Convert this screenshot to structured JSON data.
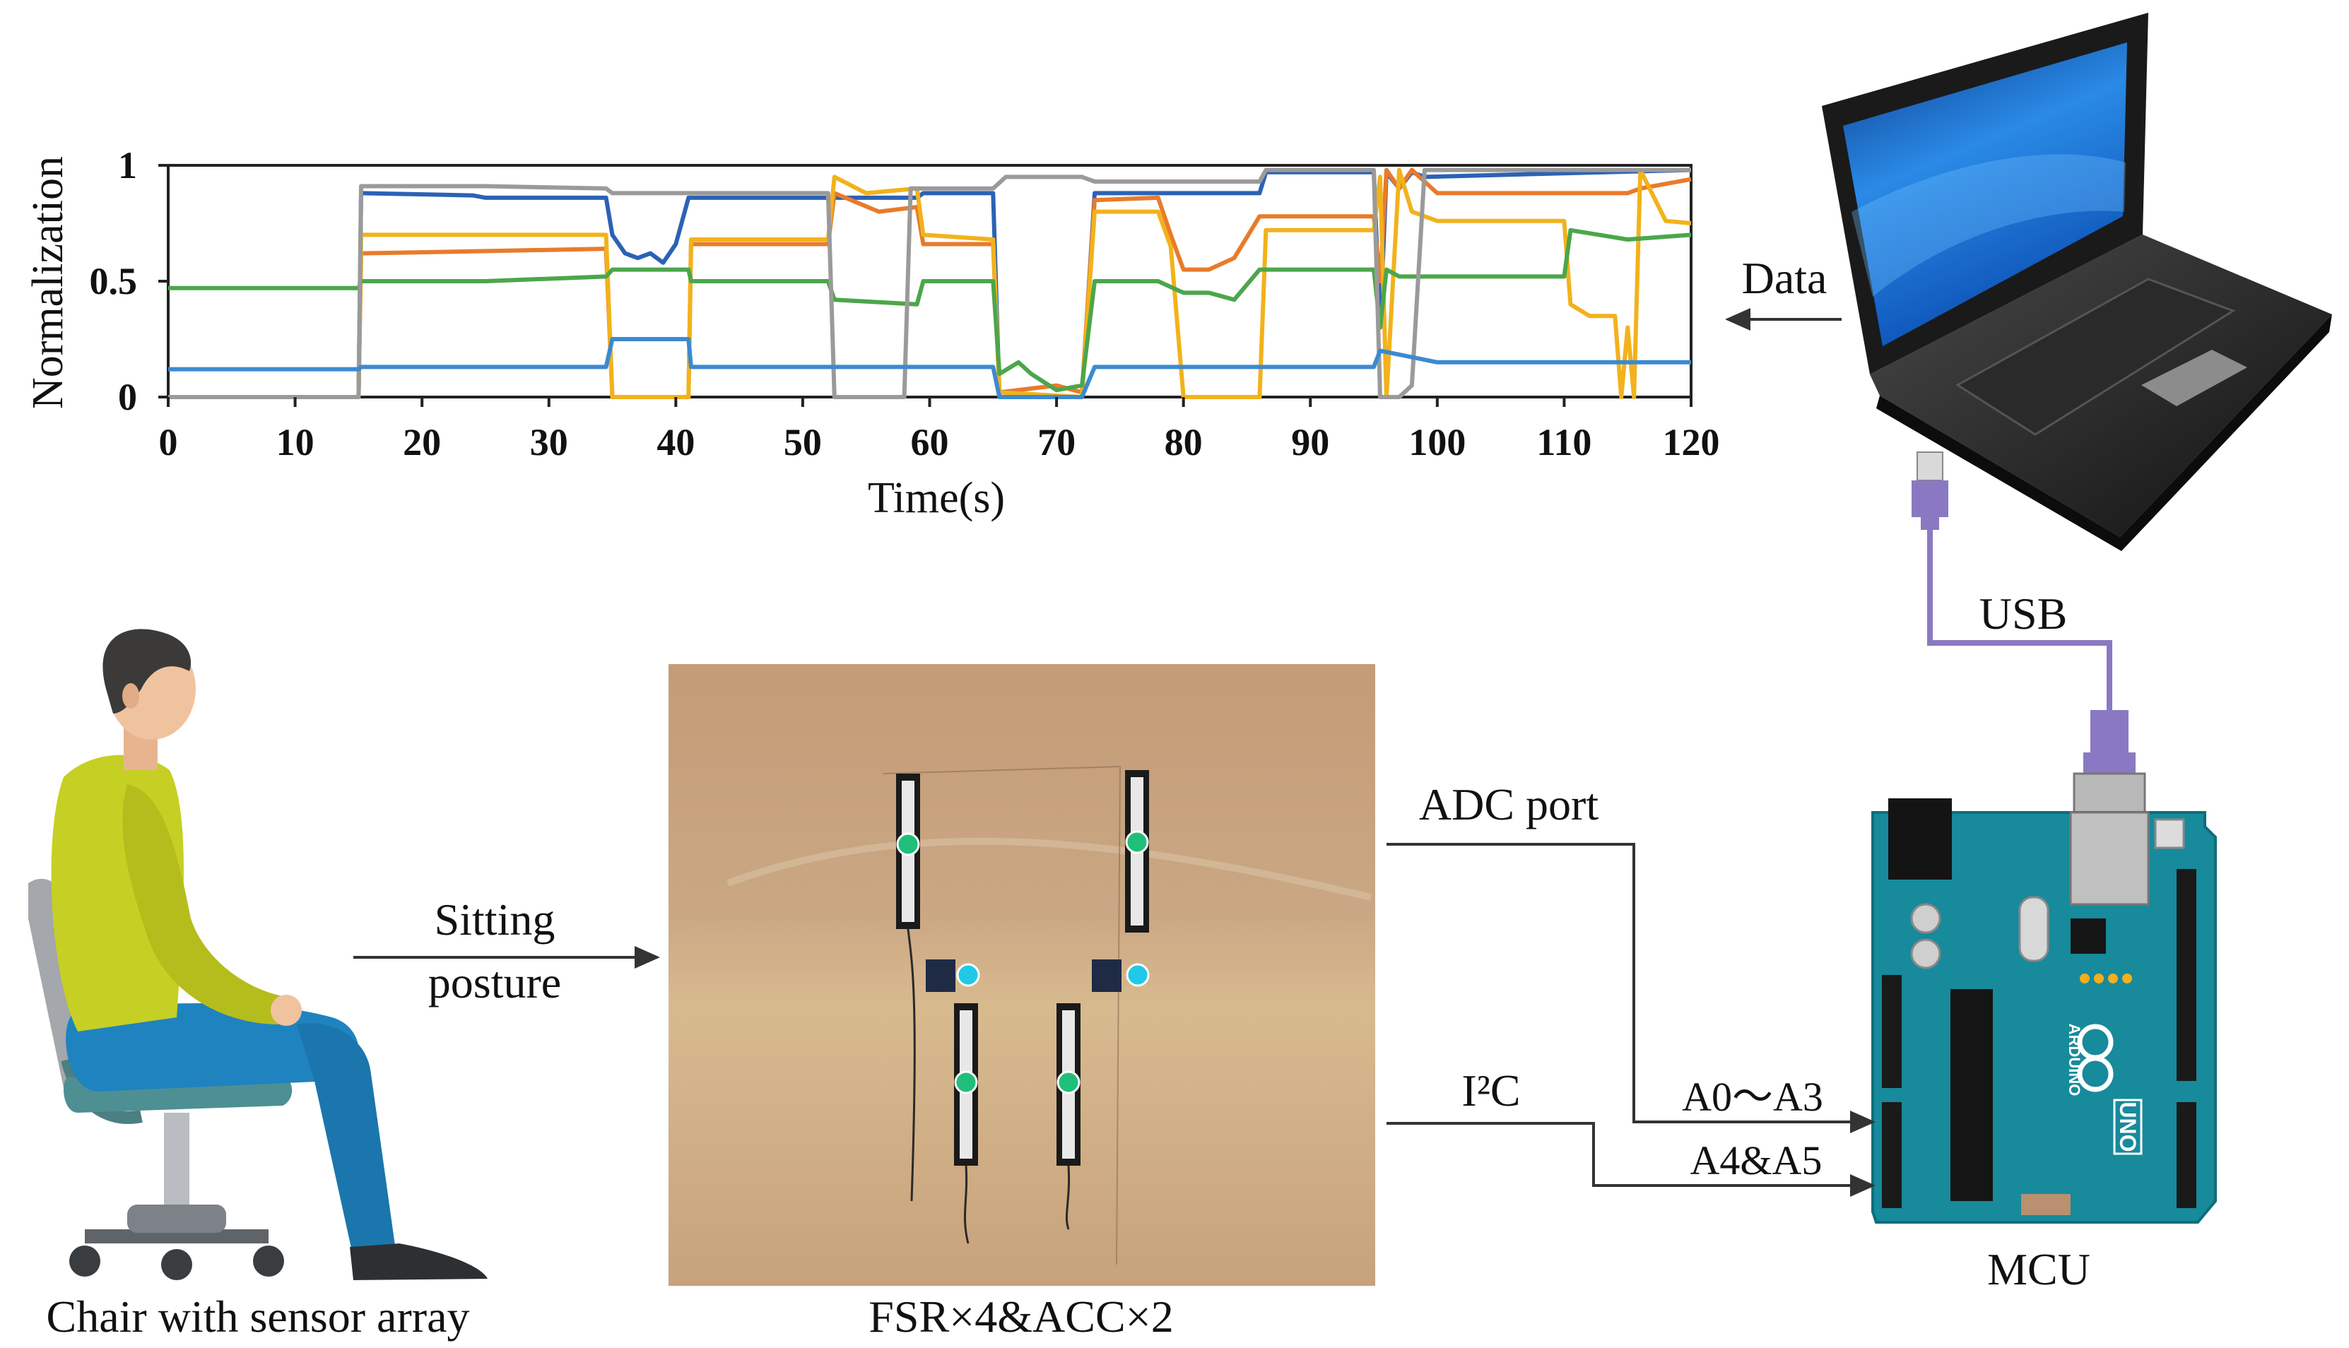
{
  "chart_data": {
    "type": "line",
    "ylabel": "Normalization",
    "xlabel": "Time(s)",
    "xlim": [
      0,
      120
    ],
    "ylim": [
      0,
      1
    ],
    "x_ticks": [
      "0",
      "10",
      "20",
      "30",
      "40",
      "50",
      "60",
      "70",
      "80",
      "90",
      "100",
      "110",
      "120"
    ],
    "y_ticks": [
      "0",
      "0.5",
      "1"
    ],
    "grid": false,
    "series": [
      {
        "color": "#2b62b5",
        "values": [
          [
            0,
            0
          ],
          [
            15,
            0
          ],
          [
            15.2,
            0.88
          ],
          [
            24,
            0.87
          ],
          [
            25,
            0.86
          ],
          [
            34.5,
            0.86
          ],
          [
            35,
            0.7
          ],
          [
            36,
            0.62
          ],
          [
            37,
            0.6
          ],
          [
            38,
            0.62
          ],
          [
            39,
            0.58
          ],
          [
            40,
            0.66
          ],
          [
            41,
            0.86
          ],
          [
            59,
            0.86
          ],
          [
            59.5,
            0.88
          ],
          [
            65,
            0.88
          ],
          [
            65.5,
            0
          ],
          [
            72,
            0
          ],
          [
            73,
            0.88
          ],
          [
            86,
            0.88
          ],
          [
            86.5,
            0.97
          ],
          [
            95,
            0.97
          ],
          [
            95.5,
            0.3
          ],
          [
            96,
            0.97
          ],
          [
            97,
            0.9
          ],
          [
            98,
            0.97
          ],
          [
            99,
            0.95
          ],
          [
            120,
            0.98
          ]
        ]
      },
      {
        "color": "#e87b2c",
        "values": [
          [
            0,
            0
          ],
          [
            15,
            0
          ],
          [
            15.2,
            0.62
          ],
          [
            25,
            0.63
          ],
          [
            34.5,
            0.64
          ],
          [
            35,
            0
          ],
          [
            41,
            0
          ],
          [
            41.2,
            0.66
          ],
          [
            52,
            0.66
          ],
          [
            52.5,
            0.88
          ],
          [
            56,
            0.8
          ],
          [
            59,
            0.82
          ],
          [
            59.5,
            0.66
          ],
          [
            65,
            0.66
          ],
          [
            65.5,
            0.02
          ],
          [
            70,
            0.05
          ],
          [
            72,
            0.02
          ],
          [
            73,
            0.85
          ],
          [
            78,
            0.86
          ],
          [
            79,
            0.7
          ],
          [
            80,
            0.55
          ],
          [
            82,
            0.55
          ],
          [
            84,
            0.6
          ],
          [
            86,
            0.78
          ],
          [
            95,
            0.78
          ],
          [
            95.5,
            0.5
          ],
          [
            96,
            0.98
          ],
          [
            97,
            0.9
          ],
          [
            98,
            0.98
          ],
          [
            100,
            0.88
          ],
          [
            110,
            0.88
          ],
          [
            115,
            0.88
          ],
          [
            116,
            0.9
          ],
          [
            120,
            0.94
          ]
        ]
      },
      {
        "color": "#f2b21b",
        "values": [
          [
            0,
            0
          ],
          [
            15,
            0
          ],
          [
            15.2,
            0.7
          ],
          [
            25,
            0.7
          ],
          [
            34.5,
            0.7
          ],
          [
            35,
            0
          ],
          [
            41,
            0
          ],
          [
            41.2,
            0.68
          ],
          [
            52,
            0.68
          ],
          [
            52.5,
            0.95
          ],
          [
            55,
            0.88
          ],
          [
            59,
            0.9
          ],
          [
            59.5,
            0.7
          ],
          [
            65,
            0.68
          ],
          [
            65.5,
            0.02
          ],
          [
            72,
            0
          ],
          [
            73,
            0.8
          ],
          [
            78,
            0.8
          ],
          [
            79,
            0.65
          ],
          [
            80,
            0
          ],
          [
            86,
            0
          ],
          [
            86.5,
            0.72
          ],
          [
            95,
            0.72
          ],
          [
            95.5,
            0.95
          ],
          [
            96,
            0
          ],
          [
            97,
            0.98
          ],
          [
            98,
            0.8
          ],
          [
            100,
            0.76
          ],
          [
            110,
            0.76
          ],
          [
            110.5,
            0.4
          ],
          [
            112,
            0.35
          ],
          [
            114,
            0.35
          ],
          [
            114.5,
            0
          ],
          [
            115,
            0.3
          ],
          [
            115.5,
            0
          ],
          [
            116,
            0.98
          ],
          [
            118,
            0.76
          ],
          [
            120,
            0.75
          ]
        ]
      },
      {
        "color": "#4ca64a",
        "values": [
          [
            0,
            0.47
          ],
          [
            15,
            0.47
          ],
          [
            15.2,
            0.5
          ],
          [
            25,
            0.5
          ],
          [
            34.5,
            0.52
          ],
          [
            35,
            0.55
          ],
          [
            41,
            0.55
          ],
          [
            41.2,
            0.5
          ],
          [
            52,
            0.5
          ],
          [
            52.5,
            0.42
          ],
          [
            59,
            0.4
          ],
          [
            59.5,
            0.5
          ],
          [
            65,
            0.5
          ],
          [
            65.5,
            0.1
          ],
          [
            67,
            0.15
          ],
          [
            68,
            0.1
          ],
          [
            70,
            0.03
          ],
          [
            72,
            0.05
          ],
          [
            73,
            0.5
          ],
          [
            78,
            0.5
          ],
          [
            80,
            0.45
          ],
          [
            82,
            0.45
          ],
          [
            84,
            0.42
          ],
          [
            86,
            0.55
          ],
          [
            95,
            0.55
          ],
          [
            95.5,
            0.3
          ],
          [
            96,
            0.55
          ],
          [
            97,
            0.52
          ],
          [
            100,
            0.52
          ],
          [
            110,
            0.52
          ],
          [
            110.5,
            0.72
          ],
          [
            115,
            0.68
          ],
          [
            120,
            0.7
          ]
        ]
      },
      {
        "color": "#9a9a9a",
        "values": [
          [
            0,
            0
          ],
          [
            15,
            0
          ],
          [
            15.2,
            0.91
          ],
          [
            25,
            0.91
          ],
          [
            34.5,
            0.9
          ],
          [
            35,
            0.88
          ],
          [
            41,
            0.88
          ],
          [
            41.2,
            0.88
          ],
          [
            52,
            0.88
          ],
          [
            52.5,
            0
          ],
          [
            58,
            0
          ],
          [
            58.5,
            0.9
          ],
          [
            65,
            0.9
          ],
          [
            66,
            0.95
          ],
          [
            72,
            0.95
          ],
          [
            73,
            0.93
          ],
          [
            86,
            0.93
          ],
          [
            86.5,
            0.98
          ],
          [
            95,
            0.98
          ],
          [
            95.5,
            0
          ],
          [
            97,
            0
          ],
          [
            98,
            0.05
          ],
          [
            99,
            0.98
          ],
          [
            120,
            0.98
          ]
        ]
      },
      {
        "color": "#3b8ad0",
        "values": [
          [
            0,
            0.12
          ],
          [
            15,
            0.12
          ],
          [
            15.2,
            0.13
          ],
          [
            34.5,
            0.13
          ],
          [
            35,
            0.25
          ],
          [
            41,
            0.25
          ],
          [
            41.2,
            0.13
          ],
          [
            65,
            0.13
          ],
          [
            65.5,
            0
          ],
          [
            72,
            0
          ],
          [
            73,
            0.13
          ],
          [
            95,
            0.13
          ],
          [
            95.5,
            0.2
          ],
          [
            100,
            0.15
          ],
          [
            120,
            0.15
          ]
        ]
      }
    ]
  },
  "labels": {
    "data": "Data",
    "usb": "USB",
    "sitting_line1": "Sitting",
    "sitting_line2": "posture",
    "adc_port": "ADC port",
    "i2c": "I²C",
    "a0_a3": "A0～A3",
    "a4_a5": "A4&A5",
    "mcu": "MCU",
    "chair_caption": "Chair with sensor array",
    "sensor_caption": "FSR×4&ACC×2"
  },
  "board": {
    "brand": "ARDUINO",
    "model": "UNO"
  },
  "colors": {
    "usb_cable": "#8a79c2",
    "board": "#178a9b",
    "mat": "#c8a480",
    "shirt": "#c6cf24",
    "pants": "#1f83bf",
    "hair": "#3b3a38",
    "skin": "#f0c39f"
  }
}
